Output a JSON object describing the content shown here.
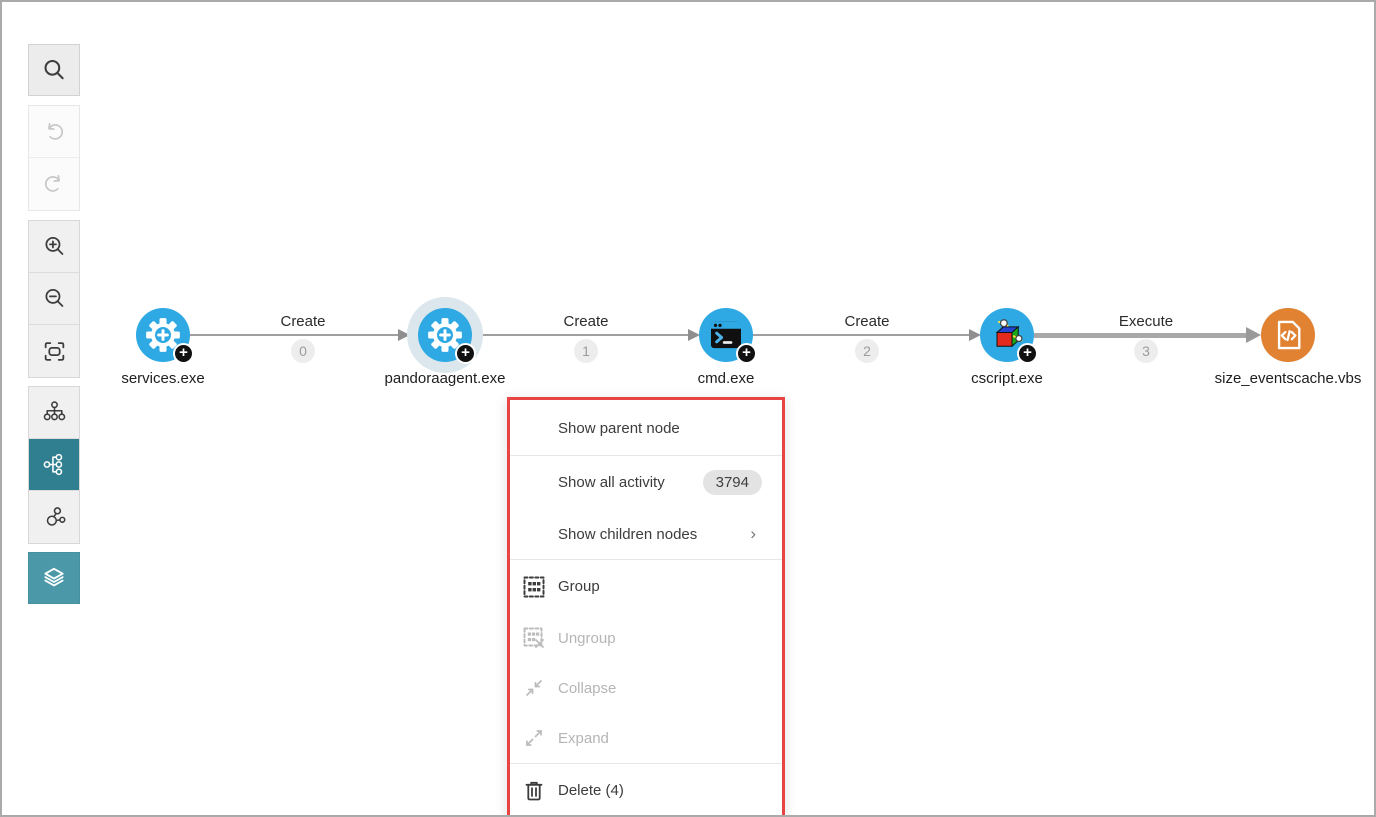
{
  "window": {
    "background": "#ffffff",
    "border_color": "#aaaaaa"
  },
  "toolbar": {
    "search": {
      "icon": "search-icon"
    },
    "history": [
      {
        "icon": "undo-icon",
        "disabled": true
      },
      {
        "icon": "redo-icon",
        "disabled": true
      }
    ],
    "zoom": [
      {
        "icon": "zoom-in-icon"
      },
      {
        "icon": "zoom-out-icon"
      },
      {
        "icon": "fit-screen-icon"
      }
    ],
    "layouts": [
      {
        "icon": "tree-vertical-icon",
        "active": false
      },
      {
        "icon": "tree-horizontal-icon",
        "active": true
      },
      {
        "icon": "network-icon",
        "active": false
      }
    ],
    "layers": {
      "icon": "layers-icon",
      "active": true
    },
    "active_color": "#2f7f90",
    "layers_color": "#4a98a8"
  },
  "graph": {
    "node_color": "#2fa9e3",
    "script_node_color": "#e08232",
    "plus_glyph": "+",
    "nodes": [
      {
        "label": "services.exe",
        "icon": "gear-plus-icon"
      },
      {
        "label": "pandoraagent.exe",
        "icon": "gear-plus-icon",
        "highlighted": true
      },
      {
        "label": "cmd.exe",
        "icon": "terminal-icon"
      },
      {
        "label": "cscript.exe",
        "icon": "wsh-cube-icon"
      },
      {
        "label": "size_eventscache.vbs",
        "icon": "script-file-icon"
      }
    ],
    "edges": [
      {
        "label": "Create",
        "count": "0"
      },
      {
        "label": "Create",
        "count": "1"
      },
      {
        "label": "Create",
        "count": "2"
      },
      {
        "label": "Execute",
        "count": "3",
        "emphasis": true
      }
    ]
  },
  "context_menu": {
    "border_color": "#e84444",
    "items": [
      {
        "label": "Show parent node"
      },
      {
        "label": "Show all activity",
        "badge": "3794"
      },
      {
        "label": "Show children nodes",
        "submenu_chevron": "›"
      },
      {
        "label": "Group",
        "icon": "group-icon"
      },
      {
        "label": "Ungroup",
        "icon": "ungroup-icon",
        "disabled": true
      },
      {
        "label": "Collapse",
        "icon": "collapse-icon",
        "disabled": true
      },
      {
        "label": "Expand",
        "icon": "expand-icon",
        "disabled": true
      },
      {
        "label": "Delete (4)",
        "icon": "trash-icon"
      }
    ]
  }
}
